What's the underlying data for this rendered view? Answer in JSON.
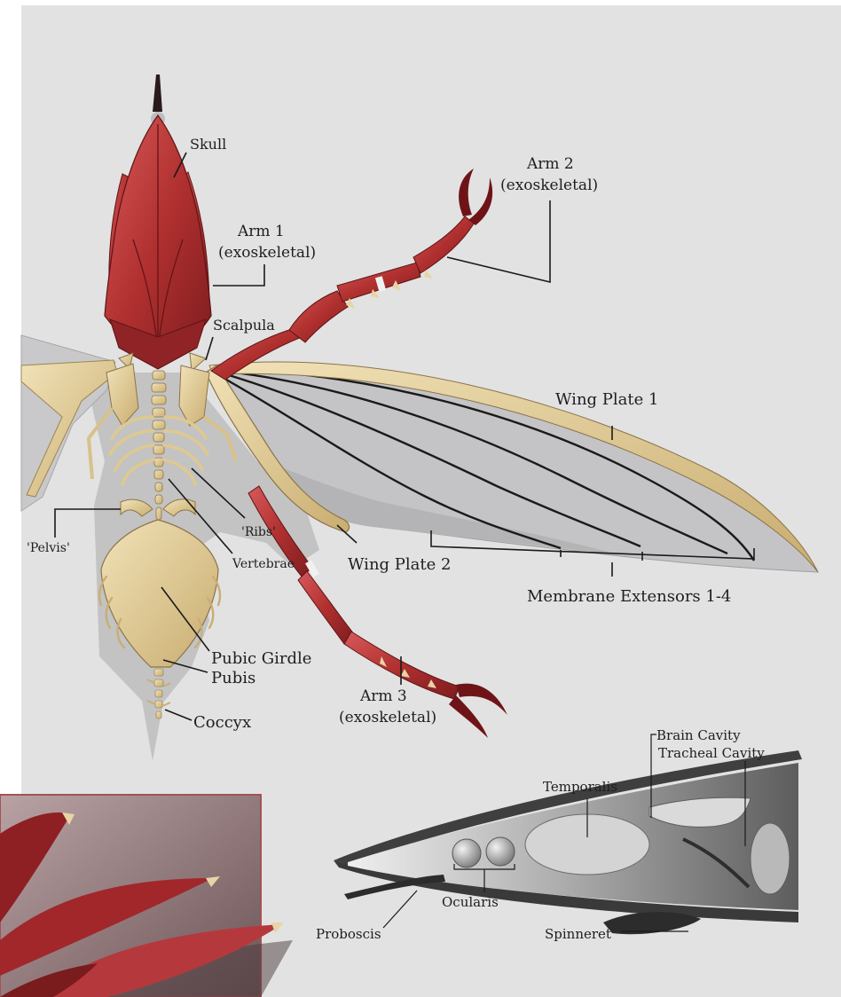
{
  "labels": {
    "skull": "Skull",
    "arm1_name": "Arm 1",
    "arm1_note": "(exoskeletal)",
    "arm2_name": "Arm 2",
    "arm2_note": "(exoskeletal)",
    "arm3_name": "Arm 3",
    "arm3_note": "(exoskeletal)",
    "scalpula": "Scalpula",
    "wing_plate_1": "Wing Plate 1",
    "wing_plate_2": "Wing Plate 2",
    "ribs": "'Ribs'",
    "pelvis": "'Pelvis'",
    "vertebrae": "Vertebrae",
    "membrane_extensors": "Membrane Extensors 1-4",
    "pubic_girdle": "Pubic Girdle",
    "pubis": "Pubis",
    "coccyx": "Coccyx"
  },
  "inset_labels": {
    "brain_cavity": "Brain Cavity",
    "tracheal_cavity": "Tracheal Cavity",
    "temporalis": "Temporalis",
    "ocularis": "Ocularis",
    "proboscis": "Proboscis",
    "spinneret": "Spinneret"
  },
  "colors": {
    "background": "#e2e2e2",
    "exoskeleton": "#b7363a",
    "bone": "#e2cc96",
    "membrane": "#c4c4c6"
  }
}
